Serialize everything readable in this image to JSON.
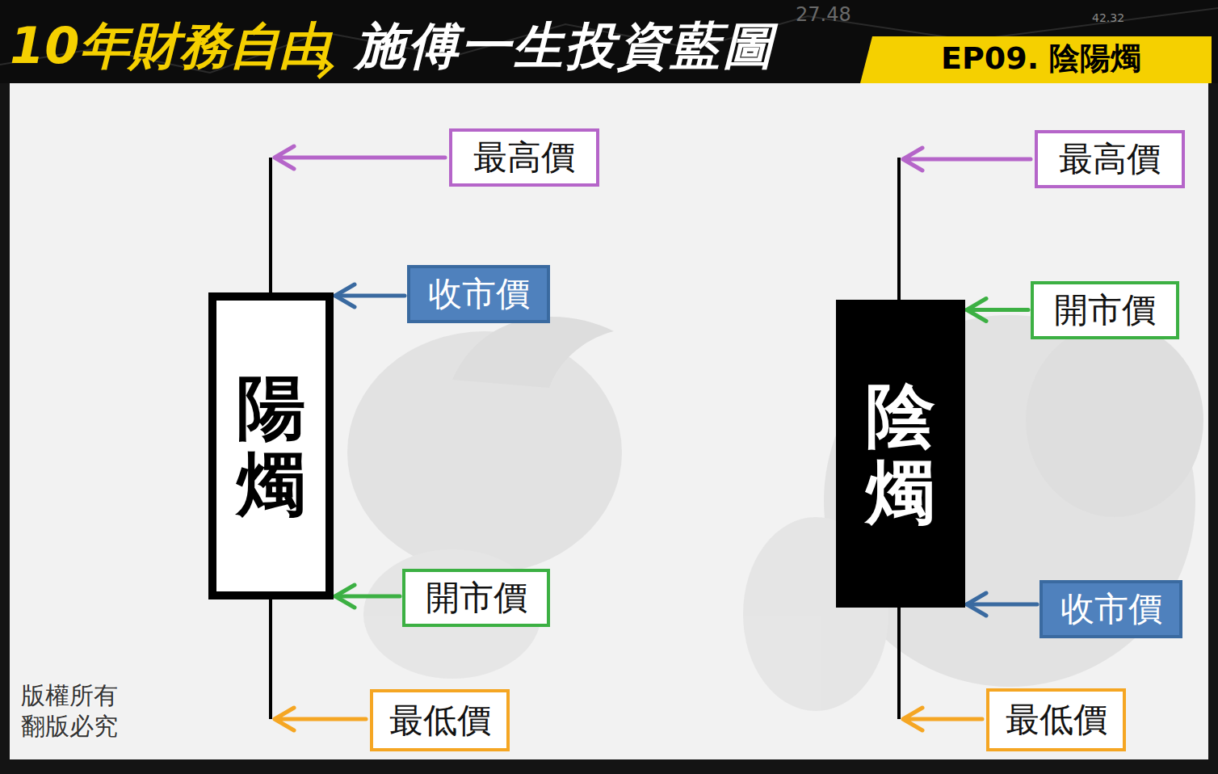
{
  "diagram": {
    "title": "10年財務自由",
    "nodes": [
      {
        "text": [
          "陽燭"
        ]
      },
      {
        "text": [
          "最高價"
        ]
      },
      {
        "text": [
          "收市價"
        ]
      },
      {
        "text": [
          "開市價"
        ]
      },
      {
        "text": [
          "最低價"
        ]
      },
      {
        "text": [
          "陰燭"
        ]
      },
      {
        "text": [
          "最高價"
        ]
      },
      {
        "text": [
          "開市價"
        ]
      },
      {
        "text": [
          "收市價"
        ]
      },
      {
        "text": [
          "最低價"
        ]
      }
    ],
    "edges": [
      {
        "from": 2,
        "to": 0,
        "arrow": "to"
      },
      {
        "from": 3,
        "to": 0,
        "arrow": "to"
      },
      {
        "from": 7,
        "to": 5,
        "arrow": "to"
      },
      {
        "from": 8,
        "to": 5,
        "arrow": "to"
      }
    ],
    "labels": [
      "施傅一生投資藍圖",
      "EP09. 陰陽燭",
      "27.48",
      "42.32",
      "版權所有 翻版必究"
    ]
  }
}
